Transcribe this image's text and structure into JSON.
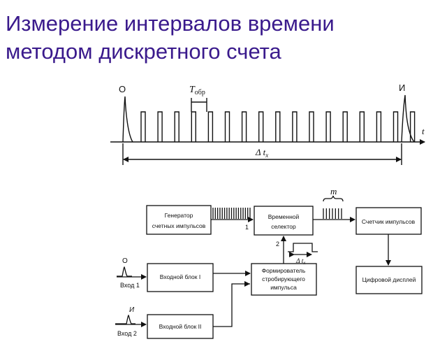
{
  "title": {
    "line1": "Измерение интервалов времени",
    "line2": "методом дискретного счета"
  },
  "timing": {
    "start_marker": "О",
    "stop_marker": "И",
    "period_label": "T",
    "period_sub": "обр",
    "time_axis": "t",
    "interval_label": "Δ t",
    "interval_sub": "x"
  },
  "blocks": {
    "generator_l1": "Генератор",
    "generator_l2": "счетных импульсов",
    "selector_l1": "Временной",
    "selector_l2": "селектор",
    "counter": "Счетчик импульсов",
    "input1": "Входной блок I",
    "shaper_l1": "Формирователь",
    "shaper_l2": "стробирующего",
    "shaper_l3": "импульса",
    "display": "Цифровой дисплей",
    "input2": "Входной блок II"
  },
  "labels": {
    "port1": "1",
    "port2": "2",
    "pulse_count": "m",
    "gate_interval": "Δ t",
    "gate_sub": "x",
    "in1_marker": "О",
    "in1": "Вход 1",
    "in2_marker": "И",
    "in2": "Вход 2"
  }
}
